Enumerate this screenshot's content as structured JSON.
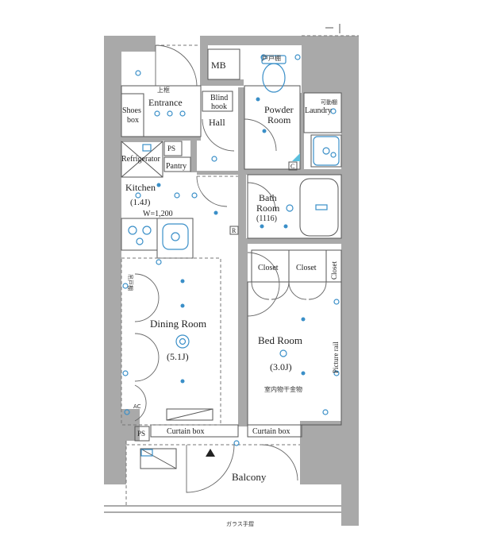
{
  "rooms": {
    "mb": "MB",
    "entrance": "Entrance",
    "shoes_box_line1": "Shoes",
    "shoes_box_line2": "box",
    "blind_hook_line1": "Blind",
    "blind_hook_line2": "hook",
    "hall": "Hall",
    "powder_room_line1": "Powder",
    "powder_room_line2": "Room",
    "laundry": "Laundry",
    "ps_upper": "PS",
    "refrigerator": "Refrigerator",
    "pantry": "Pantry",
    "kitchen": "Kitchen",
    "kitchen_size": "(1.4J)",
    "kitchen_width": "W=1,200",
    "bath_room_line1": "Bath",
    "bath_room_line2": "Room",
    "bath_room_size": "(1116)",
    "closet_1": "Closet",
    "closet_2": "Closet",
    "closet_3": "Closet",
    "dining_room": "Dining Room",
    "dining_room_size": "(5.1J)",
    "bed_room": "Bed Room",
    "bed_room_size": "(3.0J)",
    "picture_rail": "Picture rail",
    "ps_lower": "PS",
    "curtain_box_1": "Curtain box",
    "curtain_box_2": "Curtain box",
    "balcony": "Balcony"
  },
  "japanese_notes": {
    "top_door": "戸戸棚",
    "entrance_step": "上框",
    "laundry_shelf": "可動棚",
    "upper_cabinet": "吊戸棚",
    "indoor_drying": "室内物干金物",
    "railing": "ガラス手摺"
  },
  "markers": {
    "c_mark": "C",
    "r_mark": "R",
    "ac_mark": "AC"
  },
  "colors": {
    "wall": "#a9a9a9",
    "fixture_blue": "#3a8fc8",
    "line": "#555555"
  }
}
